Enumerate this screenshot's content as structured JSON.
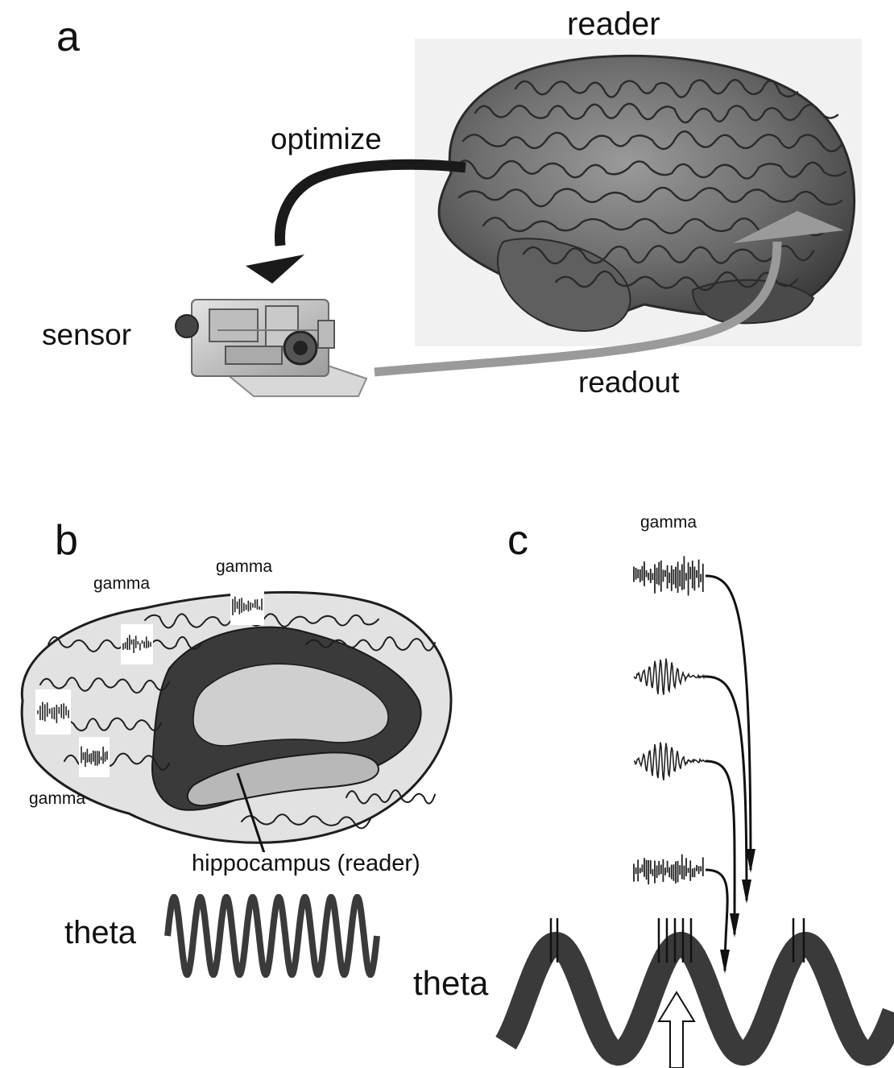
{
  "panel_a": {
    "letter": "a",
    "reader_label": "reader",
    "optimize_label": "optimize",
    "sensor_label": "sensor",
    "readout_label": "readout"
  },
  "panel_b": {
    "letter": "b",
    "gamma_labels": [
      "gamma",
      "gamma",
      "gamma"
    ],
    "hippocampus_label": "hippocampus (reader)",
    "theta_label": "theta"
  },
  "panel_c": {
    "letter": "c",
    "gamma_label": "gamma",
    "theta_label": "theta"
  },
  "colors": {
    "brain_dark": "#4a4a4a",
    "brain_mid": "#8a8a8a",
    "brain_light": "#c8c8c8",
    "readout_arrow": "#9a9a9a",
    "optimize_arrow": "#1a1a1a",
    "theta_wave": "#3a3a3a"
  }
}
